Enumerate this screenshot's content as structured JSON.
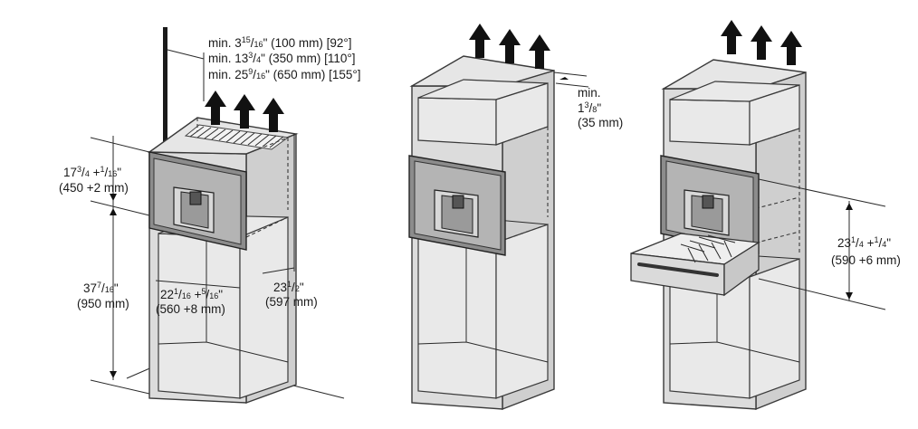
{
  "figure1": {
    "clearance": {
      "line1": {
        "main": "min. 3",
        "sup": "15",
        "slash": "/",
        "sub": "16",
        "rest": "\" (100 mm) [92°]"
      },
      "line2": {
        "main": "min. 13",
        "sup": "3",
        "slash": "/",
        "sub": "4",
        "rest": "\" (350 mm) [110°]"
      },
      "line3": {
        "main": "min. 25",
        "sup": "9",
        "slash": "/",
        "sub": "16",
        "rest": "\" (650 mm) [155°]"
      }
    },
    "niche_height": {
      "line1": {
        "main": "17",
        "sup": "3",
        "slash": "/",
        "sub": "4",
        "mid": " +",
        "sup2": "1",
        "slash2": "/",
        "sub2": "16",
        "rest": "\""
      },
      "line2": "(450 +2 mm)"
    },
    "floor_height": {
      "line1": {
        "main": "37",
        "sup": "7",
        "slash": "/",
        "sub": "16",
        "rest": "\""
      },
      "line2": "(950 mm)"
    },
    "niche_width": {
      "line1": {
        "main": "22",
        "sup": "1",
        "slash": "/",
        "sub": "16",
        "mid": " +",
        "sup2": "5",
        "slash2": "/",
        "sub2": "16",
        "rest": "\""
      },
      "line2": "(560 +8 mm)"
    },
    "depth": {
      "line1": {
        "main": "23",
        "sup": "1",
        "slash": "/",
        "sub": "2",
        "rest": "\""
      },
      "line2": "(597 mm)"
    }
  },
  "figure2": {
    "gap": {
      "line1": "min.",
      "line2": {
        "main": "1",
        "sup": "3",
        "slash": "/",
        "sub": "8",
        "rest": "\""
      },
      "line3": "(35 mm)"
    }
  },
  "figure3": {
    "drawer_height": {
      "line1": {
        "main": "23",
        "sup": "1",
        "slash": "/",
        "sub": "4",
        "mid": " +",
        "sup2": "1",
        "slash2": "/",
        "sub2": "4",
        "rest": "\""
      },
      "line2": "(590 +6 mm)"
    }
  },
  "colors": {
    "appliance": "#8c8c8c",
    "cabinet": "#dcdcdc",
    "arrow": "#111111"
  }
}
